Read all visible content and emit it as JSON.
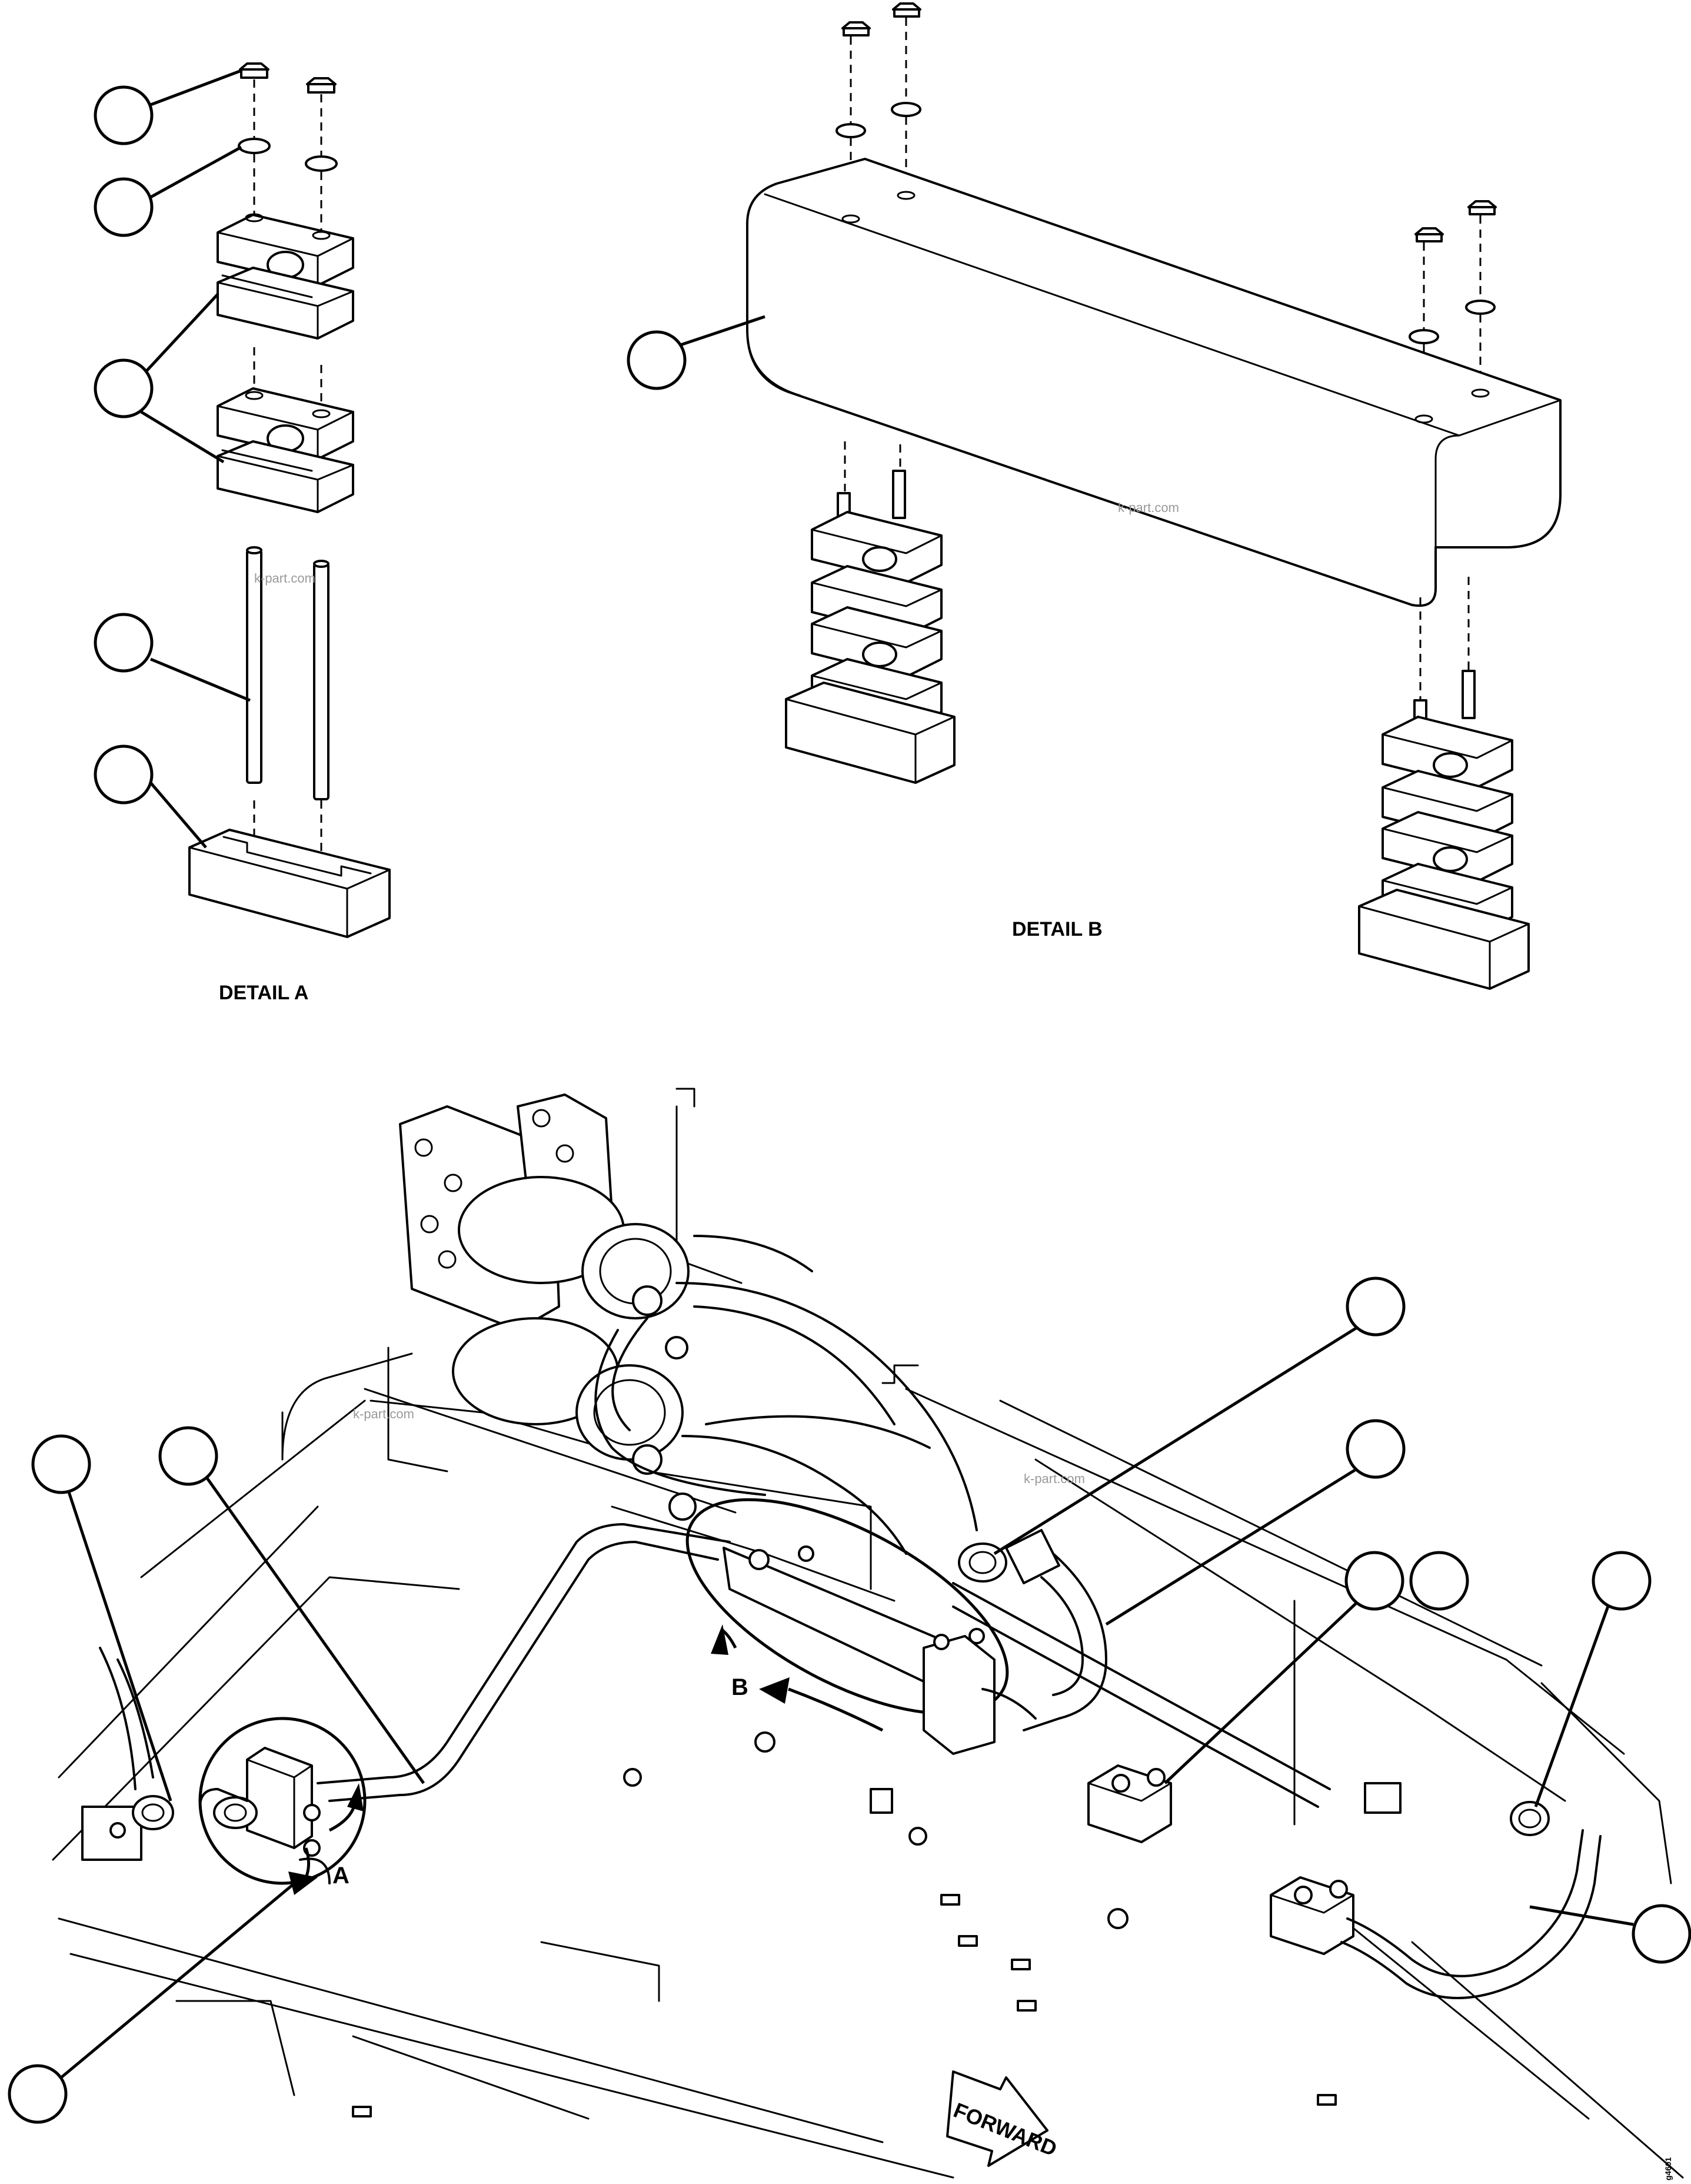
{
  "detail_a": {
    "label": "DETAIL A"
  },
  "detail_b": {
    "label": "DETAIL B"
  },
  "view_refs": {
    "a": "A",
    "b": "B"
  },
  "forward_arrow": {
    "label": "FORWARD"
  },
  "watermark": "k-part.com",
  "drawing_code": "g4601",
  "callouts": [
    "callout-detail-a-nut",
    "callout-detail-a-washer",
    "callout-detail-a-clamp-half",
    "callout-detail-a-stud",
    "callout-detail-a-channel",
    "callout-detail-b-cover",
    "callout-main-hose-fitting",
    "callout-main-hose",
    "callout-main-clamp-left",
    "callout-main-clamp-right",
    "callout-main-elbow-fitting",
    "callout-main-rear-hose",
    "callout-main-left-fitting",
    "callout-main-tube",
    "callout-main-detail-a-fitting"
  ]
}
